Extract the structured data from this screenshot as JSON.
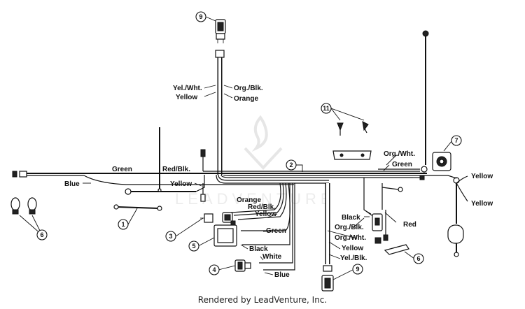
{
  "wire_labels": {
    "yel_wht_top": "Yel./Wht.",
    "yellow_top": "Yellow",
    "org_blk_top": "Org./Blk.",
    "orange_top": "Orange",
    "green_left": "Green",
    "red_blk_left": "Red/Blk.",
    "blue_left": "Blue",
    "yellow_mid": "Yellow",
    "orange_mid": "Orange",
    "red_blk_mid": "Red/Blk.",
    "yellow_mid2": "Yellow",
    "green_mid": "Green",
    "black_mid": "Black",
    "white_low": "White",
    "blue_low": "Blue",
    "org_wht_right": "Org./Wht.",
    "green_right": "Green",
    "yellow_right_top": "Yellow",
    "yellow_right_bot": "Yellow",
    "black_right": "Black",
    "red_right": "Red",
    "org_blk_right": "Org./Blk.",
    "org_wht_right2": "Org./Wht.",
    "yellow_right2": "Yellow",
    "yel_blk_right": "Yel./Blk."
  },
  "callouts": {
    "c1": "1",
    "c2": "2",
    "c3": "3",
    "c4": "4",
    "c5": "5",
    "c6a": "6",
    "c6b": "6",
    "c7": "7",
    "c9a": "9",
    "c9b": "9",
    "c11": "11"
  },
  "watermark": {
    "text": "LEADVENTURE"
  },
  "footer": {
    "text": "Rendered by LeadVenture, Inc."
  }
}
